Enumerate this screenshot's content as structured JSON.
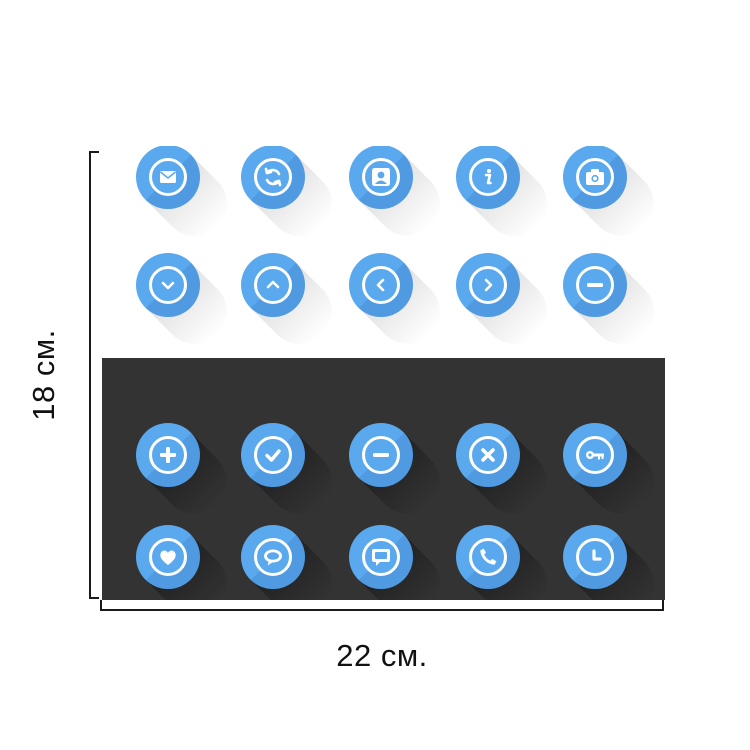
{
  "dimensions": {
    "height_label": "18 см.",
    "width_label": "22 см."
  },
  "colors": {
    "icon_blue": "#5aa8ee",
    "icon_inner": "#eef4ff",
    "dark_panel": "#333333",
    "annotation": "#1a1a1a"
  },
  "rows": [
    {
      "panel": "light",
      "icons": [
        "envelope-icon",
        "refresh-icon",
        "user-icon",
        "info-icon",
        "camera-icon"
      ]
    },
    {
      "panel": "light",
      "icons": [
        "chevron-down-icon",
        "chevron-up-icon",
        "chevron-left-icon",
        "chevron-right-icon",
        "minus-icon"
      ]
    },
    {
      "panel": "dark",
      "icons": [
        "plus-icon",
        "check-icon",
        "minus-icon",
        "close-icon",
        "key-icon"
      ]
    },
    {
      "panel": "dark",
      "icons": [
        "heart-icon",
        "chat-bubble-icon",
        "message-icon",
        "phone-icon",
        "clock-icon"
      ]
    }
  ]
}
